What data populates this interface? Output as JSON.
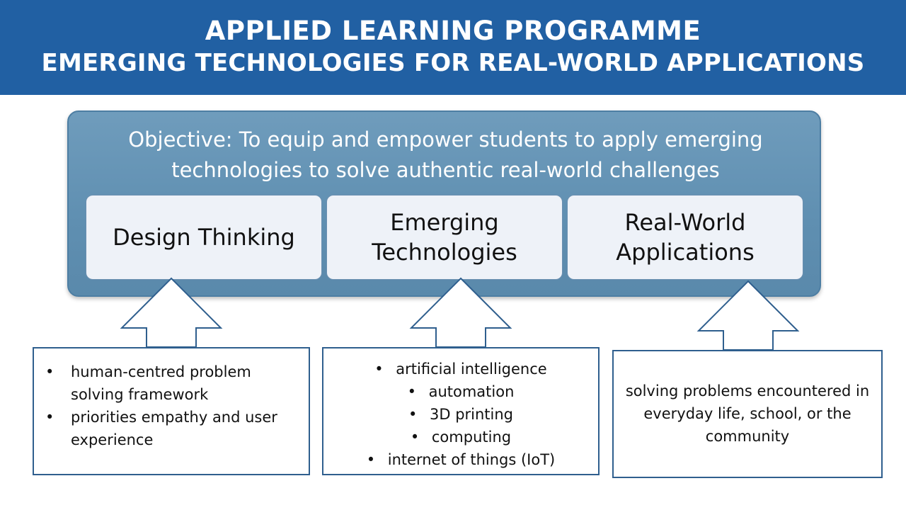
{
  "header": {
    "line1": "APPLIED LEARNING PROGRAMME",
    "line2": "EMERGING TECHNOLOGIES FOR REAL-WORLD APPLICATIONS"
  },
  "objective": {
    "line1": "Objective: To equip and empower students to apply emerging",
    "line2": "technologies to solve authentic real-world challenges"
  },
  "pillars": [
    {
      "lines": [
        "Design Thinking"
      ]
    },
    {
      "lines": [
        "Emerging",
        "Technologies"
      ]
    },
    {
      "lines": [
        "Real-World",
        "Applications"
      ]
    }
  ],
  "details": {
    "design_thinking": [
      "human-centred problem solving framework",
      "priorities empathy and user experience"
    ],
    "emerging_technologies": [
      "artificial intelligence",
      "automation",
      "3D printing",
      "computing",
      "internet of things (IoT)"
    ],
    "real_world": "solving problems encountered in everyday life, school, or the community"
  },
  "colors": {
    "header_bg": "#2160a3",
    "panel_bg": "#6392b4",
    "pillar_bg": "#eef2f8",
    "box_border": "#2f5f8e"
  },
  "icons": {
    "bullet": "•"
  }
}
